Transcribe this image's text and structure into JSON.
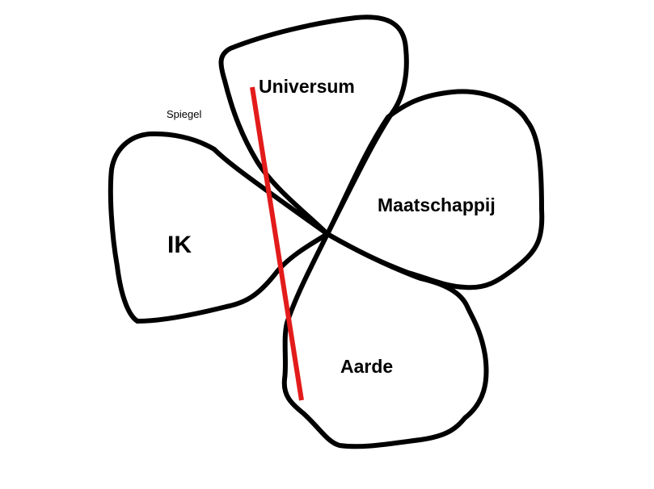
{
  "diagram": {
    "type": "clover-diagram",
    "leaves": [
      {
        "id": "universum",
        "label": "Universum"
      },
      {
        "id": "maatschappij",
        "label": "Maatschappij"
      },
      {
        "id": "aarde",
        "label": "Aarde"
      },
      {
        "id": "ik",
        "label": "IK"
      }
    ],
    "annotation": {
      "label": "Spiegel"
    },
    "mirror_line": {
      "color": "#e31b1b"
    },
    "outline_color": "#000000",
    "background": "#ffffff"
  }
}
